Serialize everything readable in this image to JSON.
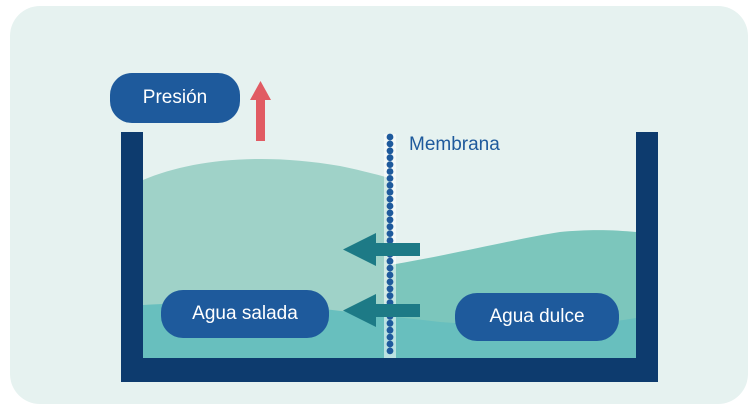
{
  "labels": {
    "pressure": "Presión",
    "membrane": "Membrana",
    "salt_water": "Agua salada",
    "fresh_water": "Agua dulce"
  },
  "colors": {
    "panel_background": "#e6f2f0",
    "container": "#0d3b6e",
    "water_light": "#9fd2c8",
    "water_mid": "#7cc6bc",
    "water_deep": "#68bfbe",
    "membrane_dots": "#1e5a9c",
    "flow_arrows": "#1d7a86",
    "pressure_arrow": "#e15b63",
    "label_pill": "#1e5a9c"
  },
  "icons": {
    "pressure": "up-arrow-icon",
    "flow": "left-arrow-icon"
  }
}
